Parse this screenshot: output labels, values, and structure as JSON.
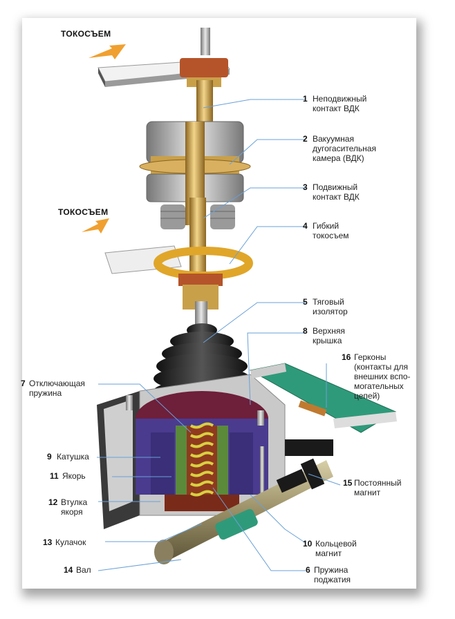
{
  "headers": {
    "top": "ТОКОСЪЕМ",
    "middle": "ТОКОСЪЕМ"
  },
  "callouts": [
    {
      "n": "1",
      "text": "Неподвижный\nконтакт ВДК"
    },
    {
      "n": "2",
      "text": "Вакуумная\nдугогасительная\nкамера (ВДК)"
    },
    {
      "n": "3",
      "text": "Подвижный\nконтакт ВДК"
    },
    {
      "n": "4",
      "text": "Гибкий\nтокосъем"
    },
    {
      "n": "5",
      "text": "Тяговый\nизолятор"
    },
    {
      "n": "8",
      "text": "Верхняя\nкрышка"
    },
    {
      "n": "16",
      "text": "Герконы\n(контакты для\nвнешних вспо-\nмогательных\nцепей)"
    },
    {
      "n": "7",
      "text": "Отключающая\nпружина"
    },
    {
      "n": "9",
      "text": "Катушка"
    },
    {
      "n": "11",
      "text": "Якорь"
    },
    {
      "n": "12",
      "text": "Втулка\nякоря"
    },
    {
      "n": "15",
      "text": "Постоянный\nмагнит"
    },
    {
      "n": "13",
      "text": "Кулачок"
    },
    {
      "n": "10",
      "text": "Кольцевой\nмагнит"
    },
    {
      "n": "14",
      "text": "Вал"
    },
    {
      "n": "6",
      "text": "Пружина\nподжатия"
    }
  ],
  "colors": {
    "brass": "#c9a04a",
    "copper": "#b5542a",
    "steel": "#b8b8b8",
    "rubber": "#2a2a2a",
    "maroon": "#6e1f3a",
    "coil": "#4a3b8f",
    "green": "#2f9a7a",
    "arrow": "#f0a030",
    "leader": "#6aa0d8"
  }
}
